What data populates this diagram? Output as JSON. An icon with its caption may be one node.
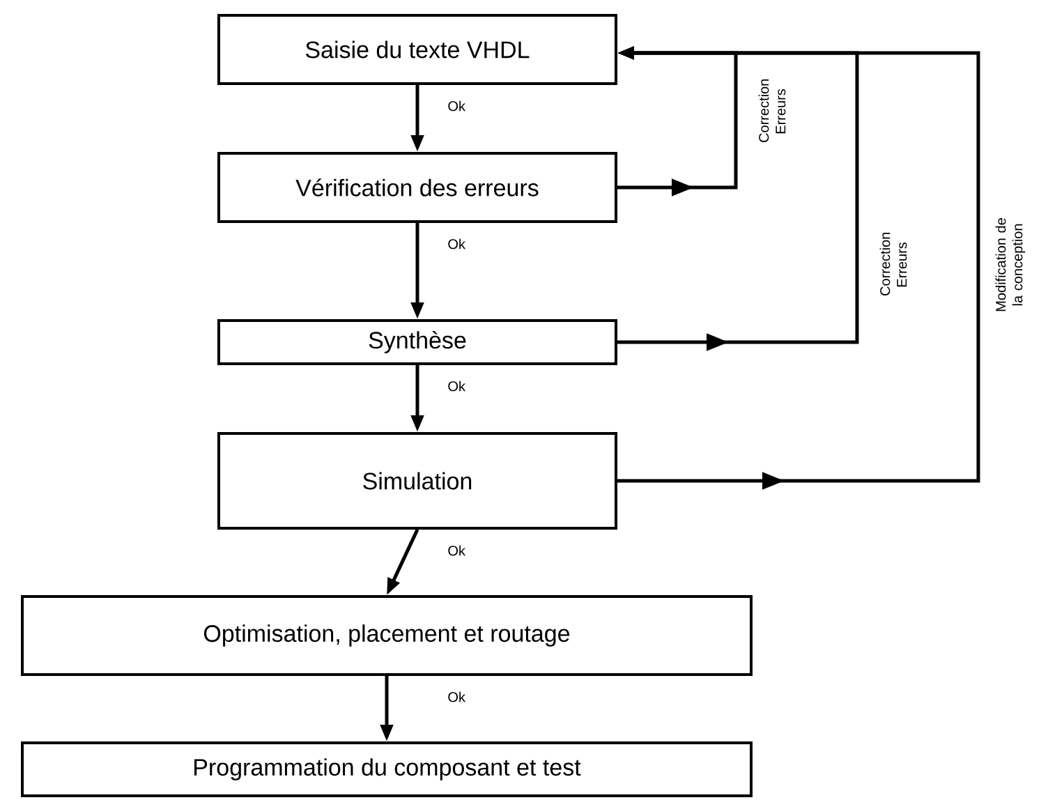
{
  "diagram": {
    "nodes": [
      {
        "text": [
          "Saisie du texte VHDL"
        ]
      },
      {
        "text": [
          "Vérification des erreurs"
        ]
      },
      {
        "text": [
          "Synthèse"
        ]
      },
      {
        "text": [
          "Simulation"
        ]
      },
      {
        "text": [
          "Optimisation, placement et routage"
        ]
      },
      {
        "text": [
          "Programmation du composant et test"
        ]
      }
    ],
    "edges": [
      {
        "from": 0,
        "to": 1,
        "arrow": "to",
        "label": "Ok"
      },
      {
        "from": 1,
        "to": 2,
        "arrow": "to",
        "label": "Ok"
      },
      {
        "from": 2,
        "to": 3,
        "arrow": "to",
        "label": "Ok"
      },
      {
        "from": 3,
        "to": 4,
        "arrow": "to",
        "label": "Ok"
      },
      {
        "from": 4,
        "to": 5,
        "arrow": "to",
        "label": "Ok"
      },
      {
        "from": 1,
        "to": 0,
        "arrow": "to",
        "label": "Correction Erreurs"
      },
      {
        "from": 2,
        "to": 0,
        "arrow": "to",
        "label": "Correction Erreurs"
      },
      {
        "from": 3,
        "to": 0,
        "arrow": "to",
        "label": "Modification de la conception"
      }
    ]
  }
}
